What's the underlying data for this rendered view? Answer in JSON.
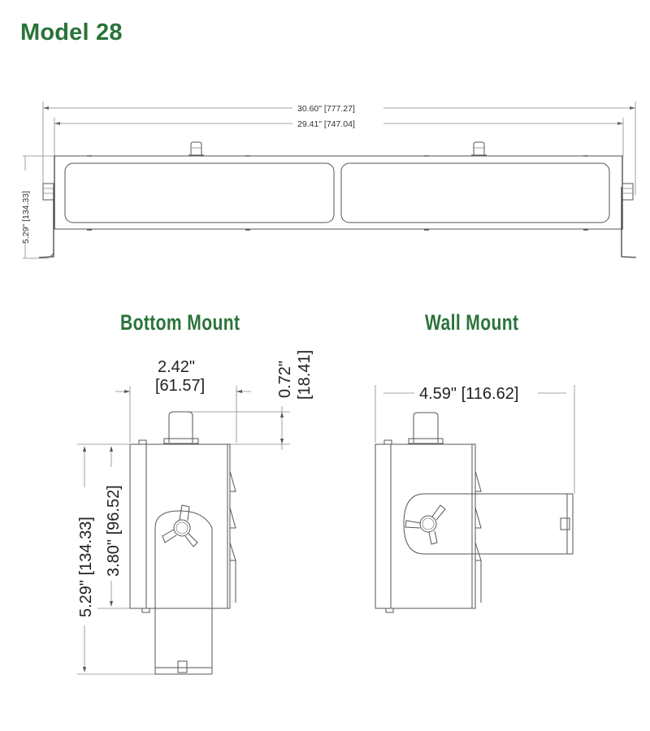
{
  "page": {
    "title": "Model 28"
  },
  "front_view": {
    "overall_width_label": "30.60\"  [777.27]",
    "inner_width_label": "29.41\"  [747.04]",
    "height_label": "5.29\"  [134.33]",
    "panel_count": 2
  },
  "bottom_mount": {
    "heading": "Bottom Mount",
    "width_in": "2.42\"",
    "width_mm": "[61.57]",
    "cap_height_in": "0.72\"",
    "cap_height_mm": "[18.41]",
    "overall_height_label": "5.29\" [134.33]",
    "body_height_label": "3.80\" [96.52]"
  },
  "wall_mount": {
    "heading": "Wall Mount",
    "depth_label": "4.59\" [116.62]"
  },
  "colors": {
    "heading_green": "#2a7339",
    "line_gray": "#555555"
  }
}
